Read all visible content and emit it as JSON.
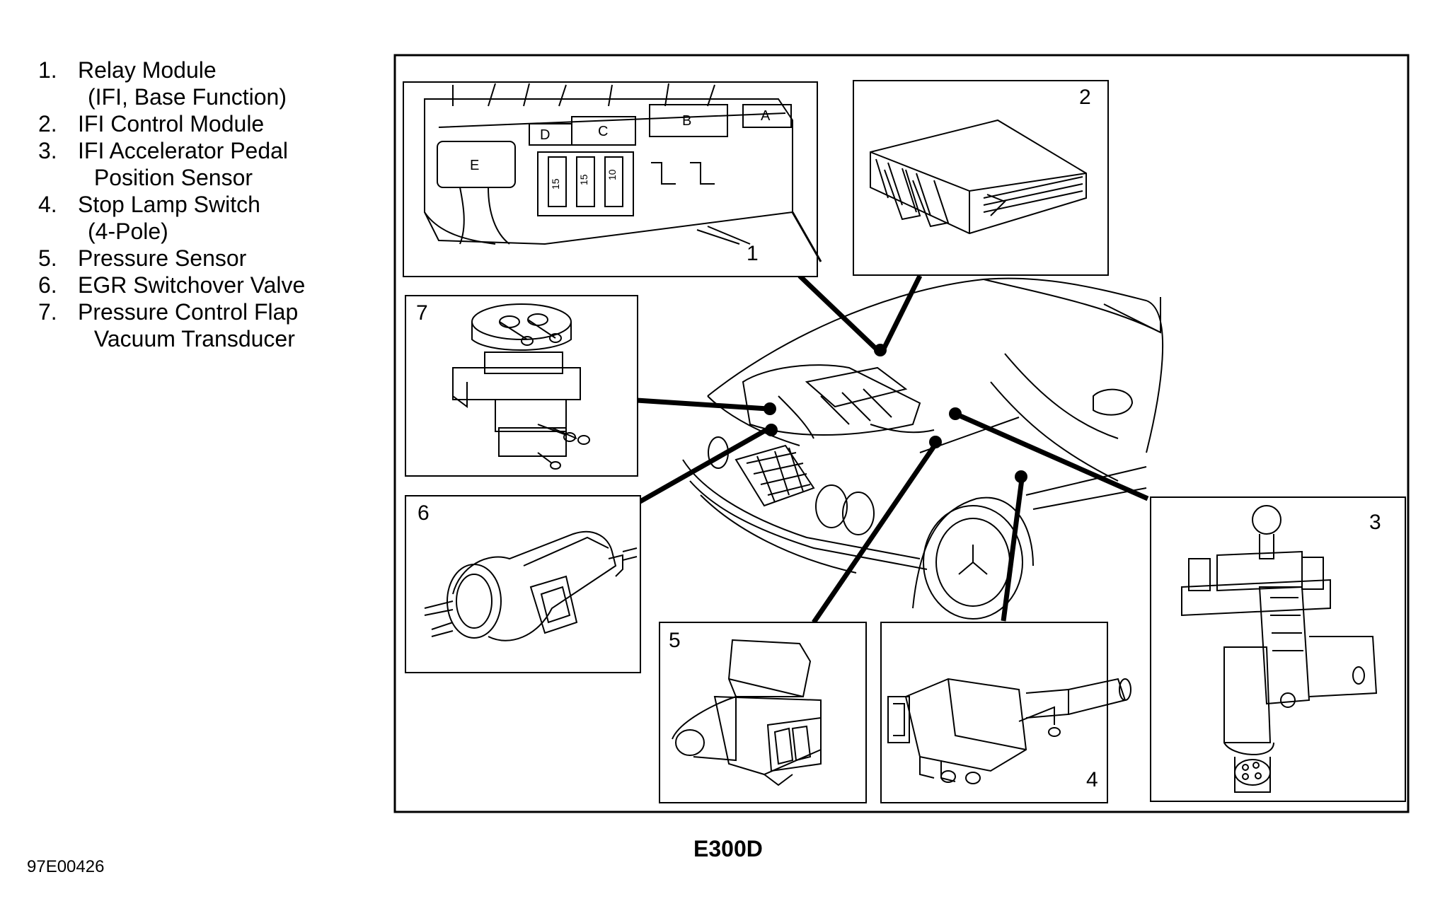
{
  "legend": [
    {
      "num": "1.",
      "lines": [
        "Relay Module",
        "(IFI, Base Function)"
      ]
    },
    {
      "num": "2.",
      "lines": [
        "IFI Control Module"
      ]
    },
    {
      "num": "3.",
      "lines": [
        "IFI Accelerator Pedal",
        " Position Sensor"
      ]
    },
    {
      "num": "4.",
      "lines": [
        "Stop Lamp Switch",
        "(4-Pole)"
      ]
    },
    {
      "num": "5.",
      "lines": [
        "Pressure Sensor"
      ]
    },
    {
      "num": "6.",
      "lines": [
        "EGR Switchover Valve"
      ]
    },
    {
      "num": "7.",
      "lines": [
        "Pressure Control Flap",
        " Vacuum Transducer"
      ]
    }
  ],
  "callouts": [
    "1",
    "2",
    "3",
    "4",
    "5",
    "6",
    "7"
  ],
  "connector_letters": [
    "E",
    "D",
    "C",
    "B",
    "A"
  ],
  "fuse_numbers": [
    "15",
    "15",
    "10"
  ],
  "model_label": "E300D",
  "figure_id": "97E00426"
}
